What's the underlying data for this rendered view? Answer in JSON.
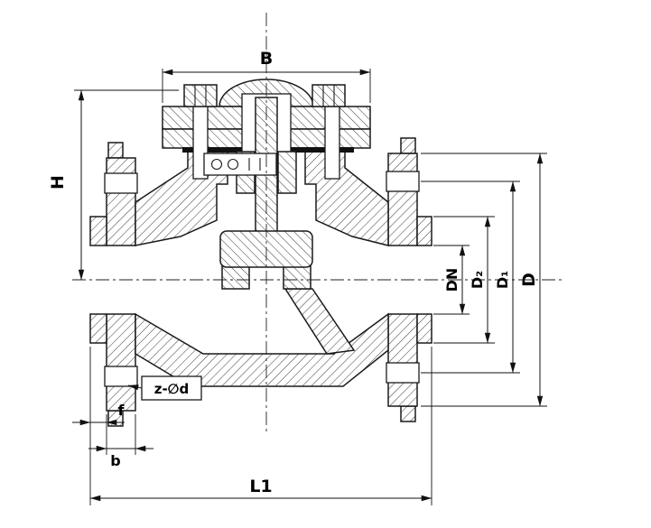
{
  "drawing": {
    "labels": {
      "B": "B",
      "H": "H",
      "DN": "DN",
      "D2": "D₂",
      "D1": "D₁",
      "D": "D",
      "bolt_holes": "z-∅d",
      "f": "f",
      "b": "b",
      "L1": "L1"
    },
    "colors": {
      "line": "#1a1a1a",
      "dimension": "#111111",
      "background": "#ffffff"
    }
  }
}
